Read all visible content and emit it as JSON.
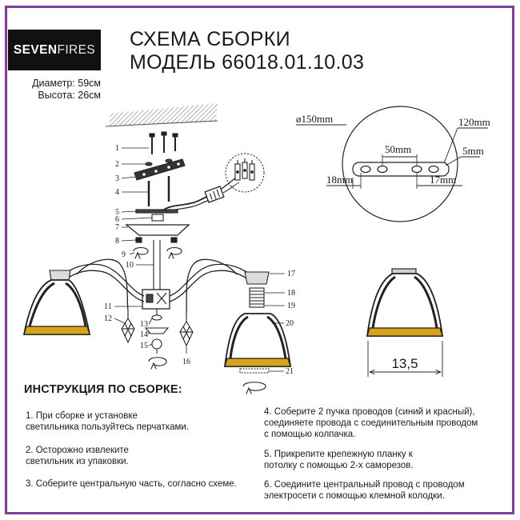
{
  "brand": {
    "seven": "SEVEN",
    "fires": "FIRES"
  },
  "title": {
    "line1": "СХЕМА СБОРКИ",
    "line2": "МОДЕЛЬ 66018.01.10.03"
  },
  "specs": {
    "diameter": "Диаметр: 59см",
    "height": "Высота: 26см"
  },
  "diagram": {
    "labels": [
      "1",
      "2",
      "3",
      "4",
      "5",
      "6",
      "7",
      "8",
      "9",
      "10",
      "11",
      "12",
      "13",
      "14",
      "15",
      "16",
      "17",
      "18",
      "19",
      "20",
      "21"
    ]
  },
  "plate_diagram": {
    "diameter": "ø150mm",
    "length": "120mm",
    "hole_spacing": "50mm",
    "slot": "5mm",
    "left_offset": "18mm",
    "right_offset": "17mm"
  },
  "shade_diagram": {
    "width": "13,5"
  },
  "instructions": {
    "title": "ИНСТРУКЦИЯ ПО СБОРКЕ:",
    "steps": [
      {
        "lines": [
          "1. При сборке и установке",
          "светильника пользуйтесь перчатками."
        ]
      },
      {
        "lines": [
          "2. Осторожно извлеките",
          "светильник из упаковки."
        ]
      },
      {
        "lines": [
          "3. Соберите центральную часть, согласно схеме."
        ]
      },
      {
        "lines": [
          "4. Соберите 2 пучка проводов (синий и красный),",
          "соединяете провода с соединительным проводом",
          "с помощью колпачка."
        ]
      },
      {
        "lines": [
          "5. Прикрепите крепежную планку к",
          "потолку с помощью 2-х саморезов."
        ]
      },
      {
        "lines": [
          "6. Соедините центральный провод с проводом",
          "электросети с помощью клемной колодки."
        ]
      }
    ]
  },
  "colors": {
    "frame": "#7e3f98",
    "shade_band": "#d8a21c",
    "logo_bg": "#111111"
  }
}
